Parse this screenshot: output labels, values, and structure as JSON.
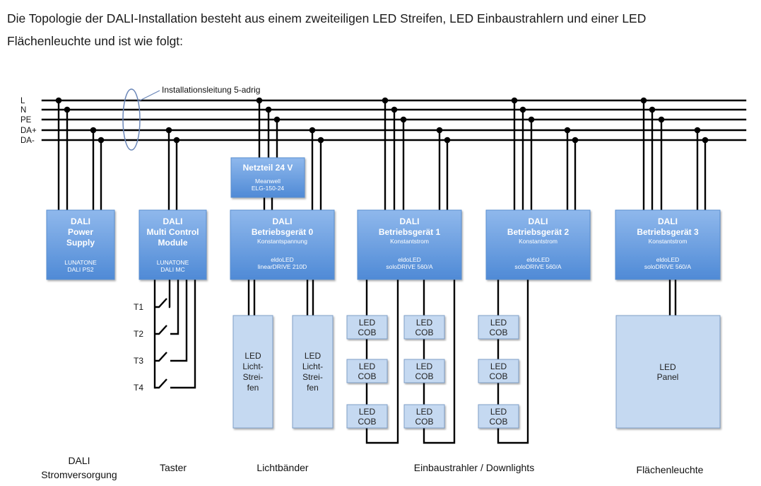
{
  "intro": {
    "line1": "Die Topologie der DALI-Installation besteht aus einem zweiteiligen LED Streifen, LED Einbaustrahlern und einer LED",
    "line2": "Flächenleuchte und ist wie folgt:"
  },
  "diagram": {
    "cable_label": "Installationsleitung 5-adrig",
    "bus_lines": [
      "L",
      "N",
      "PE",
      "DA+",
      "DA-"
    ],
    "colors": {
      "wire": "#000000",
      "device_top": "#8fb8ec",
      "device_bottom": "#4f8ad6",
      "device_border": "#5a8fd0",
      "lamp_fill": "#c5d9f1",
      "lamp_border": "#7f9fc8",
      "cable_ellipse": "#6a86b8"
    },
    "power_unit": {
      "title": "Netzteil 24 V",
      "sub": [
        "Meanwell",
        "ELG-150-24"
      ]
    },
    "devices": [
      {
        "id": "ps",
        "title": [
          "DALI",
          "Power",
          "Supply"
        ],
        "sub": [],
        "model": [
          "LUNATONE",
          "DALI PS2"
        ],
        "taps": [
          "L",
          "N",
          "DA+",
          "DA-"
        ]
      },
      {
        "id": "mc",
        "title": [
          "DALI",
          "Multi Control",
          "Module"
        ],
        "sub": [],
        "model": [
          "LUNATONE",
          "DALI MC"
        ],
        "taps": [
          "DA+",
          "DA-"
        ]
      },
      {
        "id": "bg0",
        "title": [
          "DALI",
          "Betriebsgerät 0"
        ],
        "sub": [
          "Konstantspannung"
        ],
        "model": [
          "eldoLED",
          "linearDRIVE 210D"
        ],
        "taps": [
          "DA+",
          "DA-"
        ]
      },
      {
        "id": "bg1",
        "title": [
          "DALI",
          "Betriebsgerät 1"
        ],
        "sub": [
          "Konstantstrom"
        ],
        "model": [
          "eldoLED",
          "soloDRIVE 560/A"
        ],
        "taps": [
          "L",
          "N",
          "PE",
          "DA+",
          "DA-"
        ]
      },
      {
        "id": "bg2",
        "title": [
          "DALI",
          "Betriebsgerät 2"
        ],
        "sub": [
          "Konstantstrom"
        ],
        "model": [
          "eldoLED",
          "soloDRIVE 560/A"
        ],
        "taps": [
          "L",
          "N",
          "PE",
          "DA+",
          "DA-"
        ]
      },
      {
        "id": "bg3",
        "title": [
          "DALI",
          "Betriebsgerät 3"
        ],
        "sub": [
          "Konstantstrom"
        ],
        "model": [
          "eldoLED",
          "soloDRIVE 560/A"
        ],
        "taps": [
          "L",
          "N",
          "PE",
          "DA+",
          "DA-"
        ]
      }
    ],
    "switches": [
      "T1",
      "T2",
      "T3",
      "T4"
    ],
    "light_strips": [
      [
        "LED",
        "Licht-",
        "Strei-",
        "fen"
      ],
      [
        "LED",
        "Licht-",
        "Strei-",
        "fen"
      ]
    ],
    "cob_label": [
      "LED",
      "COB"
    ],
    "cob_chains": 3,
    "cobs_per_chain": 3,
    "panel_label": [
      "LED",
      "Panel"
    ],
    "categories": [
      [
        "DALI",
        "Stromversorgung"
      ],
      [
        "Taster"
      ],
      [
        "Lichtbänder"
      ],
      [
        "Einbaustrahler / Downlights"
      ],
      [
        "Flächenleuchte"
      ]
    ]
  }
}
